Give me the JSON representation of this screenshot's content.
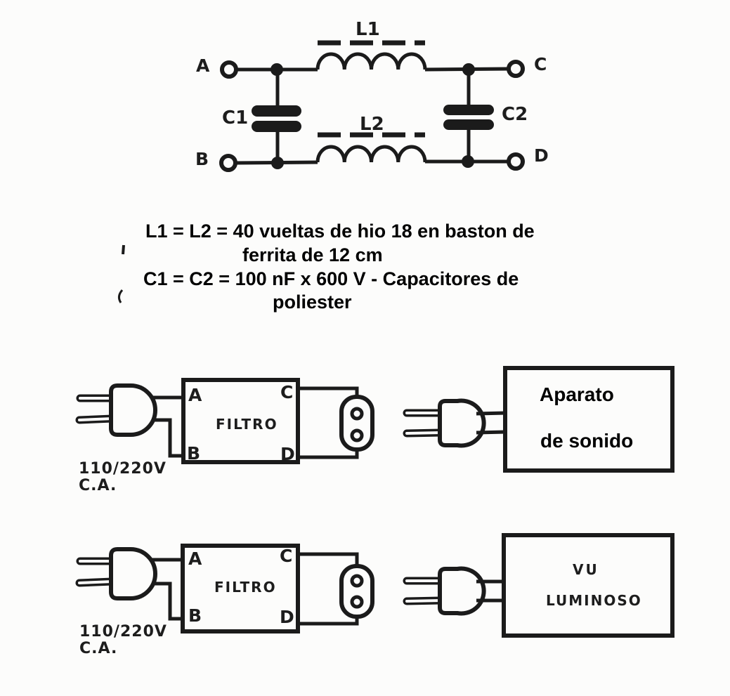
{
  "colors": {
    "ink": "#1b1b1b",
    "paper": "#fcfcfb"
  },
  "schematic": {
    "terminal_a": "A",
    "terminal_b": "B",
    "terminal_c": "C",
    "terminal_d": "D",
    "inductor_1": "L1",
    "inductor_2": "L2",
    "capacitor_1": "C1",
    "capacitor_2": "C2"
  },
  "notes": {
    "line1": "L1 = L2 = 40 vueltas de hio 18 en baston de",
    "line2": "ferrita de 12 cm",
    "line3": "C1 = C2 = 100 nF x 600 V - Capacitores de",
    "line4": "poliester"
  },
  "hookup_sound": {
    "supply_line1": "110/220V",
    "supply_line2": "C.A.",
    "filter_label": "FILTRO",
    "term_a": "A",
    "term_b": "B",
    "term_c": "C",
    "term_d": "D",
    "device_line1": "Aparato",
    "device_line2": "de sonido"
  },
  "hookup_vu": {
    "supply_line1": "110/220V",
    "supply_line2": "C.A.",
    "filter_label": "FILTRO",
    "term_a": "A",
    "term_b": "B",
    "term_c": "C",
    "term_d": "D",
    "device_line1": "VU",
    "device_line2": "LUMINOSO"
  }
}
